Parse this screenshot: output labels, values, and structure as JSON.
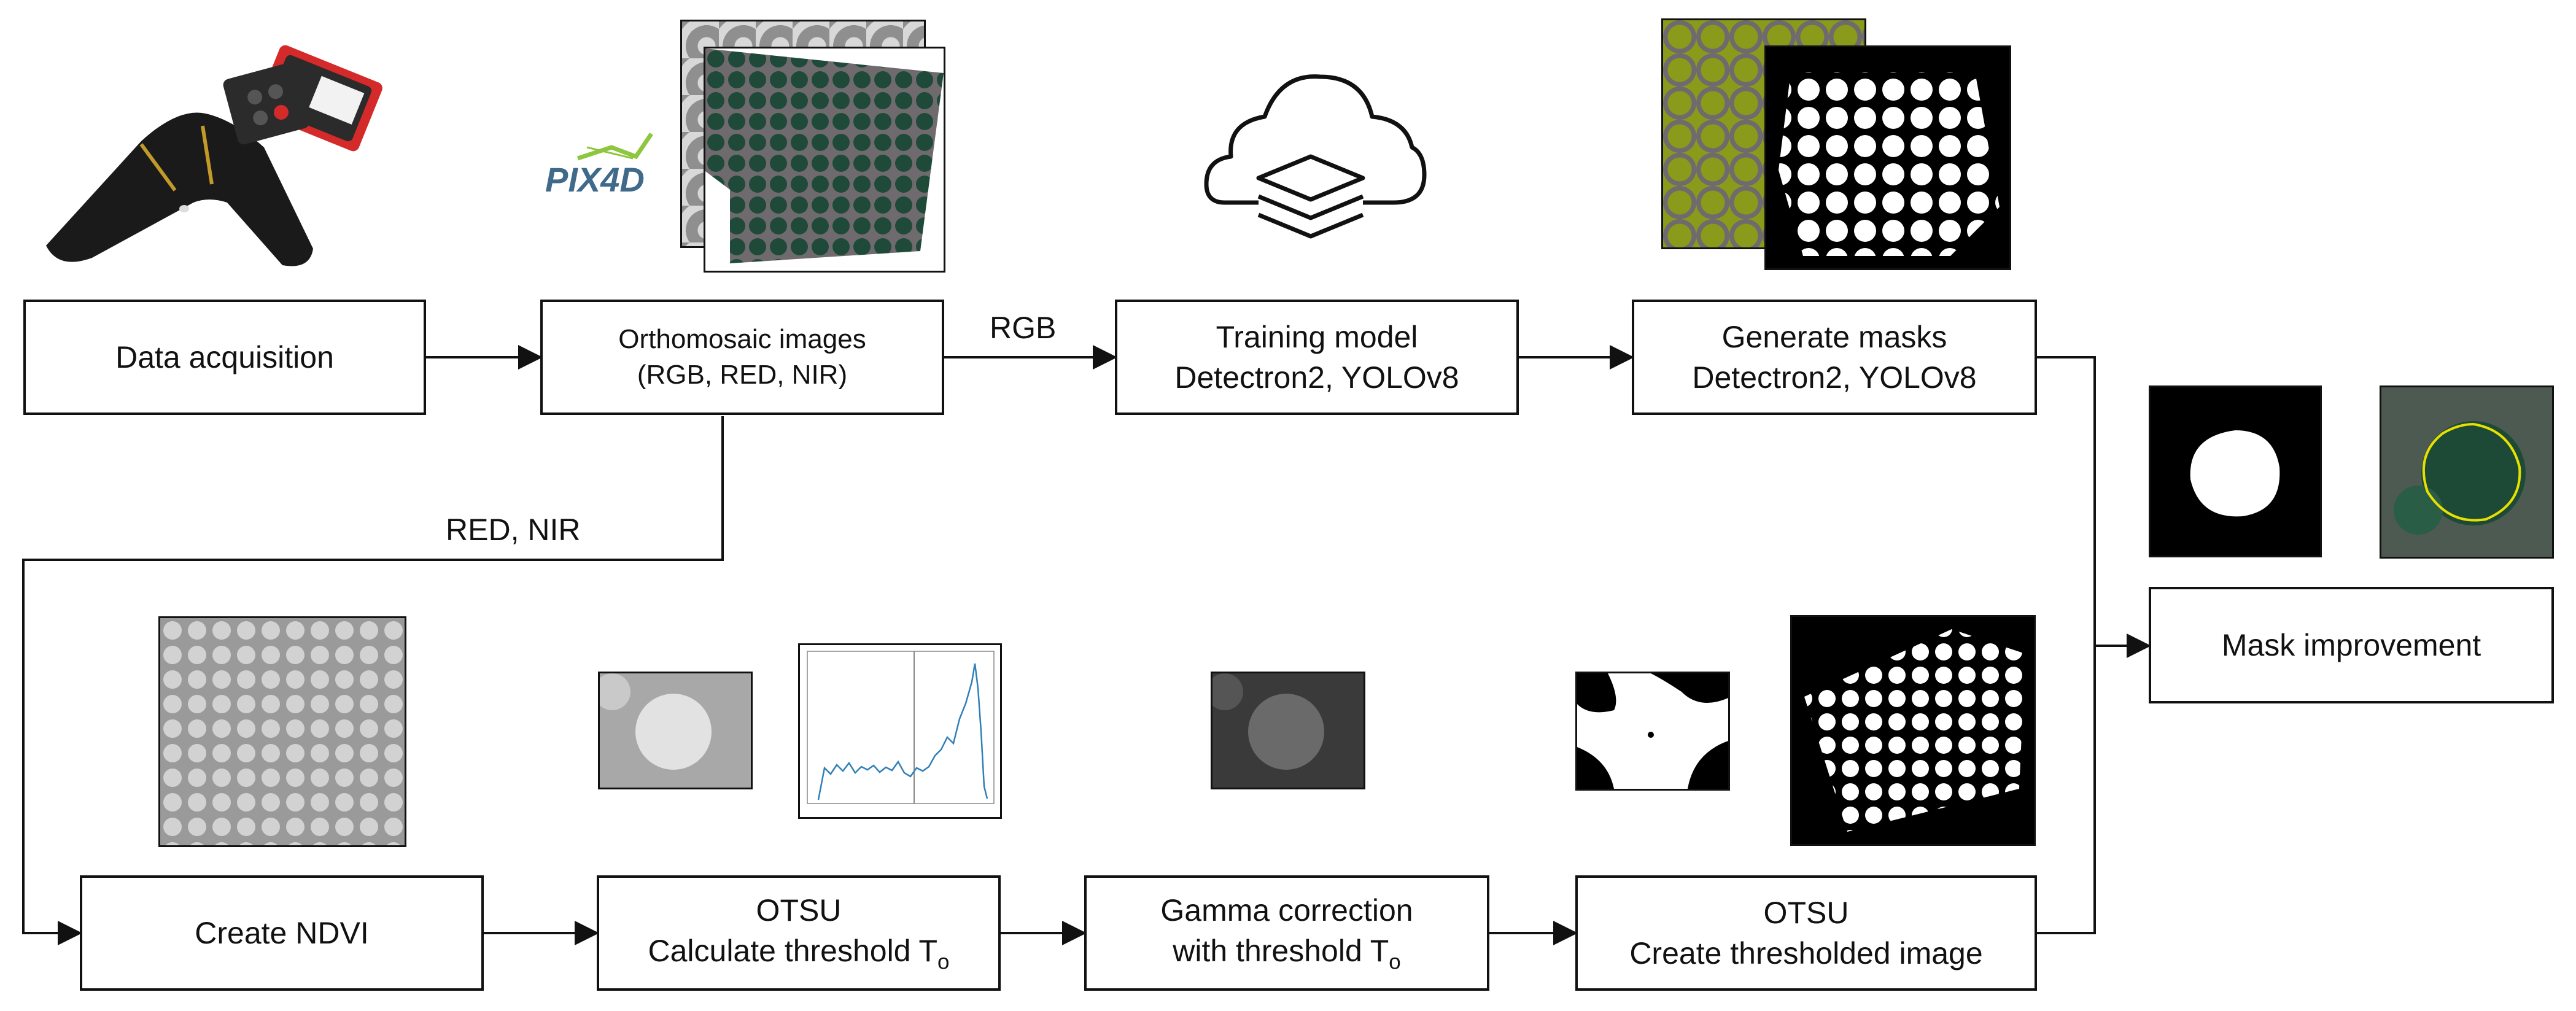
{
  "boxes": {
    "data_acquisition": {
      "line1": "Data acquisition"
    },
    "ortho": {
      "line1": "Orthomosaic images",
      "line2": "(RGB, RED, NIR)"
    },
    "training": {
      "line1": "Training model",
      "line2": "Detectron2, YOLOv8"
    },
    "generate": {
      "line1": "Generate masks",
      "line2": "Detectron2, YOLOv8"
    },
    "mask_improvement": {
      "line1": "Mask improvement"
    },
    "ndvi": {
      "line1": "Create NDVI"
    },
    "otsu1": {
      "line1": "OTSU",
      "line2_text": "Calculate threshold T",
      "line2_sub": "o"
    },
    "gamma": {
      "line1": "Gamma correction",
      "line2_text": "with threshold T",
      "line2_sub": "o"
    },
    "otsu2": {
      "line1": "OTSU",
      "line2": "Create thresholded image"
    }
  },
  "edge_labels": {
    "rgb": "RGB",
    "red_nir": "RED, NIR"
  },
  "logo": {
    "text": "PIX4D"
  },
  "colors": {
    "stroke": "#111111",
    "histogram": "#2f7fb8",
    "contour": "#e8e000",
    "drone": "#1a1a1a",
    "camera": "#d42a2a"
  },
  "icons": [
    "drone-icon",
    "camera-icon",
    "cloud-layers-icon",
    "pix4d-logo"
  ]
}
